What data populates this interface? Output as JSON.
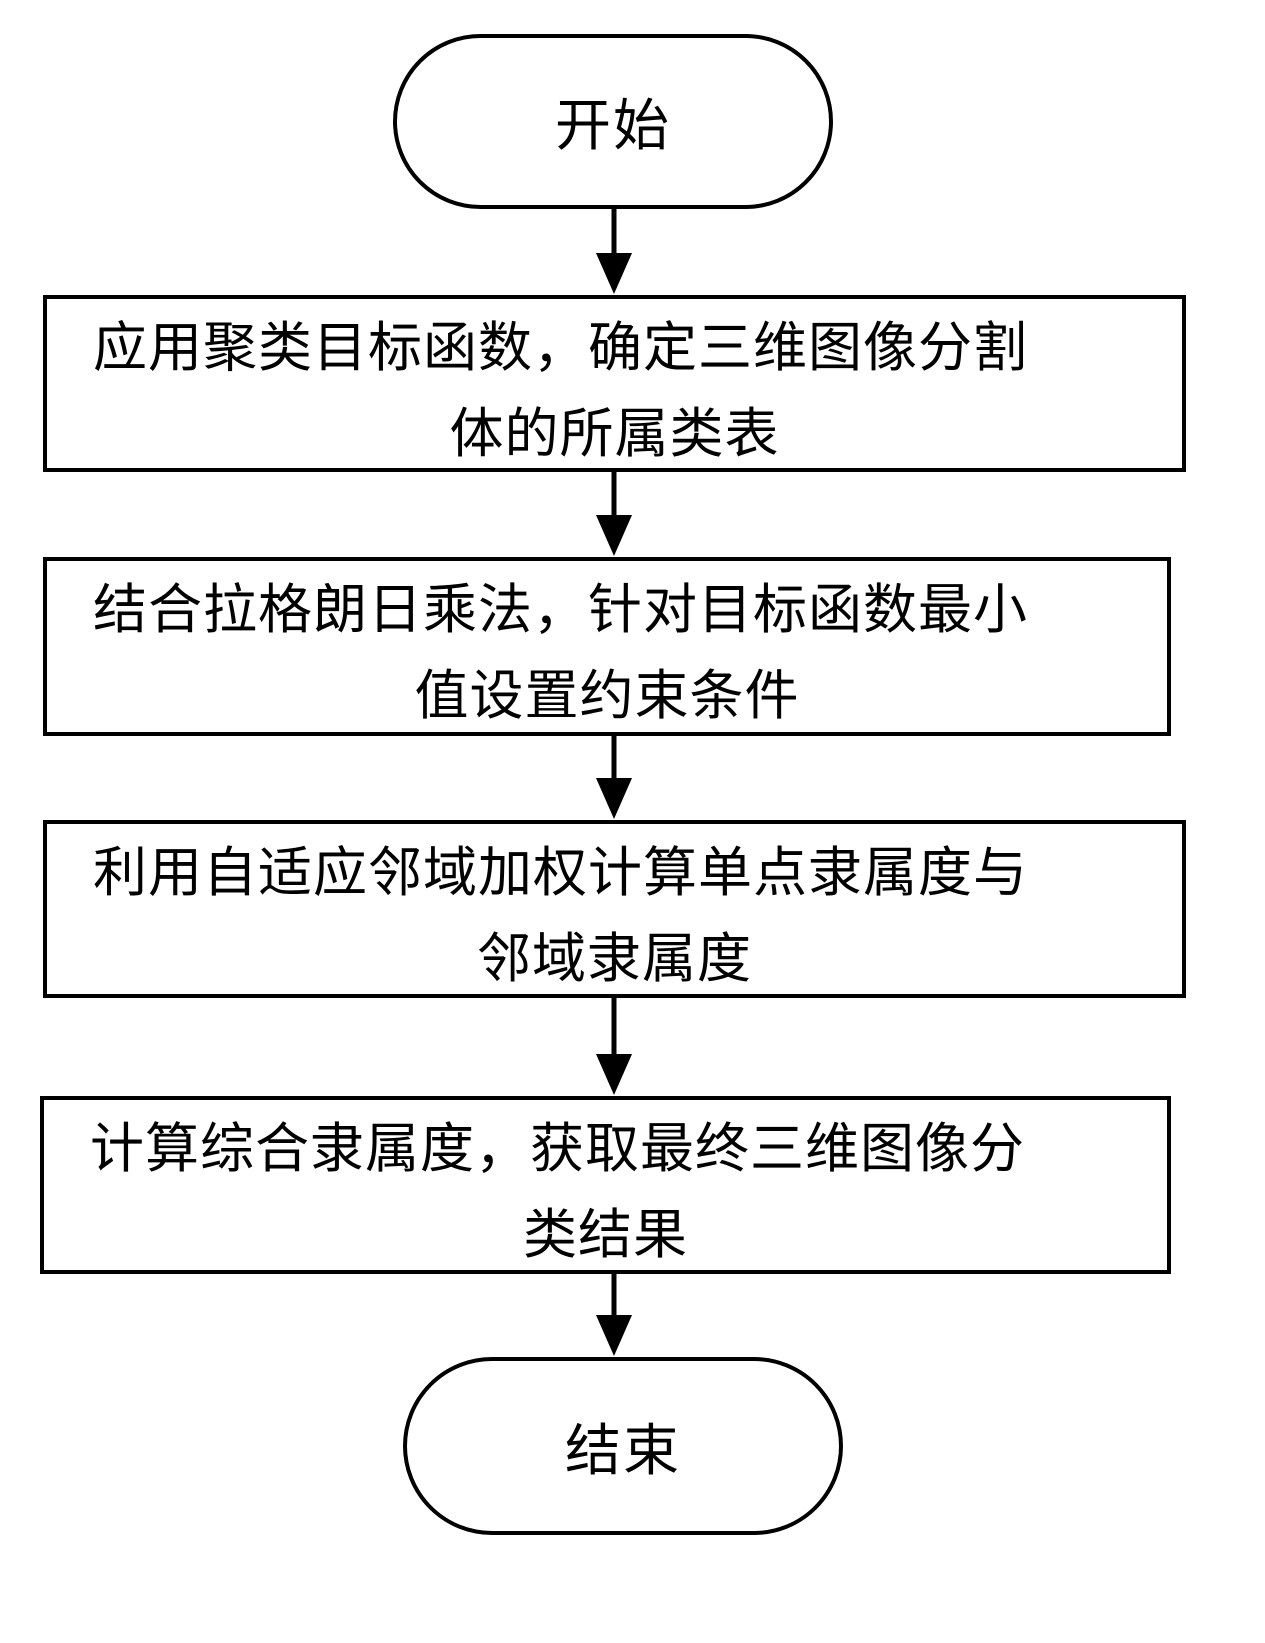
{
  "flowchart": {
    "start": "开始",
    "steps": [
      {
        "line1": "应用聚类目标函数，确定三维图像分割",
        "line2": "体的所属类表"
      },
      {
        "line1": "结合拉格朗日乘法，针对目标函数最小",
        "line2": "值设置约束条件"
      },
      {
        "line1": "利用自适应邻域加权计算单点隶属度与",
        "line2": "邻域隶属度"
      },
      {
        "line1": "计算综合隶属度，获取最终三维图像分",
        "line2": "类结果"
      }
    ],
    "end": "结束"
  }
}
